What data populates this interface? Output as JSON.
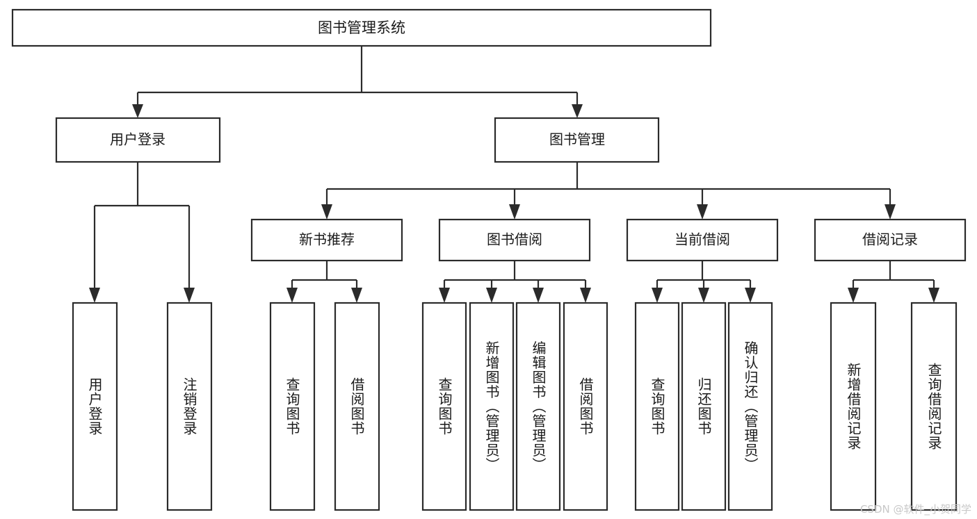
{
  "diagram": {
    "type": "tree-hierarchy-flowchart",
    "title": "图书管理系统",
    "colors": {
      "box_fill": "#ffffff",
      "box_stroke": "#2b2b2b",
      "text": "#1a1a1a",
      "background": "#ffffff",
      "watermark": "#c8c8c8"
    },
    "root": {
      "label": "图书管理系统"
    },
    "level2": [
      {
        "label": "用户登录"
      },
      {
        "label": "图书管理"
      }
    ],
    "level3": [
      {
        "label": "新书推荐"
      },
      {
        "label": "图书借阅"
      },
      {
        "label": "当前借阅"
      },
      {
        "label": "借阅记录"
      }
    ],
    "leaves": {
      "user_login": [
        {
          "label": "用户登录"
        },
        {
          "label": "注销登录"
        }
      ],
      "new_book_recommend": [
        {
          "label": "查询图书"
        },
        {
          "label": "借阅图书"
        }
      ],
      "book_borrow": [
        {
          "label": "查询图书"
        },
        {
          "label": "新增图书（管理员）"
        },
        {
          "label": "编辑图书（管理员）"
        },
        {
          "label": "借阅图书"
        }
      ],
      "current_borrow": [
        {
          "label": "查询图书"
        },
        {
          "label": "归还图书"
        },
        {
          "label": "确认归还（管理员）"
        }
      ],
      "borrow_record": [
        {
          "label": "新增借阅记录"
        },
        {
          "label": "查询借阅记录"
        }
      ]
    }
  },
  "watermark": {
    "text": "CSDN @软件_小贺同学"
  }
}
